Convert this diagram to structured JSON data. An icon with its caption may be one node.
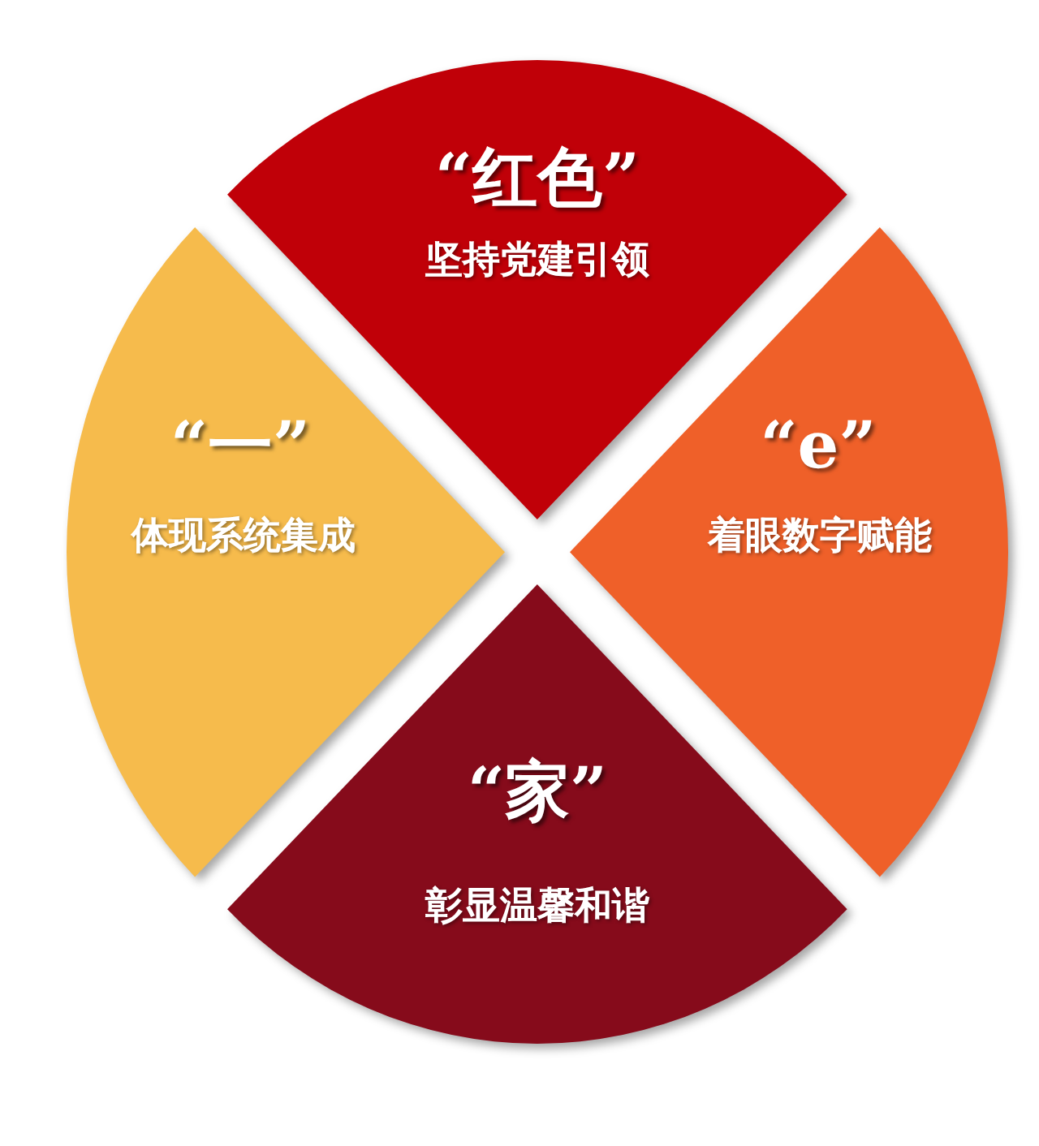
{
  "diagram": {
    "nodes": [
      {
        "text": [
          "“红色”",
          "坚持党建引领"
        ]
      },
      {
        "text": [
          "“一”",
          "体现系统集成"
        ]
      },
      {
        "text": [
          "“e”",
          "着眼数字赋能"
        ]
      },
      {
        "text": [
          "“家”",
          "彰显温馨和谐"
        ]
      }
    ]
  }
}
